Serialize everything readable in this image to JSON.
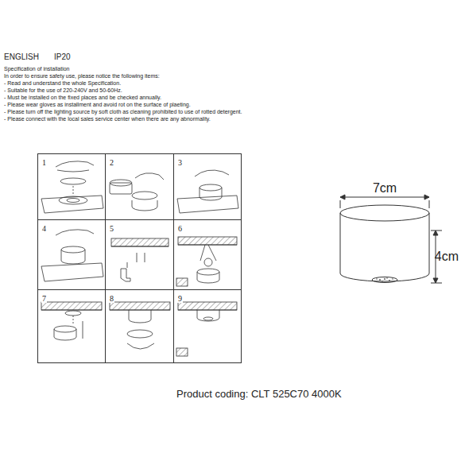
{
  "diagram": {
    "nodes": [
      {
        "text": [
          "1"
        ]
      },
      {
        "text": [
          "2"
        ]
      },
      {
        "text": [
          "3"
        ]
      },
      {
        "text": [
          "4"
        ]
      },
      {
        "text": [
          "5"
        ]
      },
      {
        "text": [
          "6"
        ]
      },
      {
        "text": [
          "7"
        ]
      },
      {
        "text": [
          "8"
        ]
      },
      {
        "text": [
          "9"
        ]
      }
    ],
    "labels": [
      "ENGLISH",
      "IP20",
      "Specification of installation",
      "In order to ensure safety use, please notice the following items:",
      "- Read and understand the whole Specification.",
      "- Suitable for the use of 220-240V and 50-60Hz.",
      "- Must be installed on the fixed places and be checked annually.",
      "- Please wear gloves as installment and avoid rot on the surface of plaeting.",
      "- Please turn off the lighting source by soft cloth as cleaning prohibited to use of rotted detergent.",
      "- Please connect with the local sales service center when there are any abnormality.",
      "7cm",
      "4cm",
      "Product coding: CLT 525C70 4000K"
    ]
  }
}
